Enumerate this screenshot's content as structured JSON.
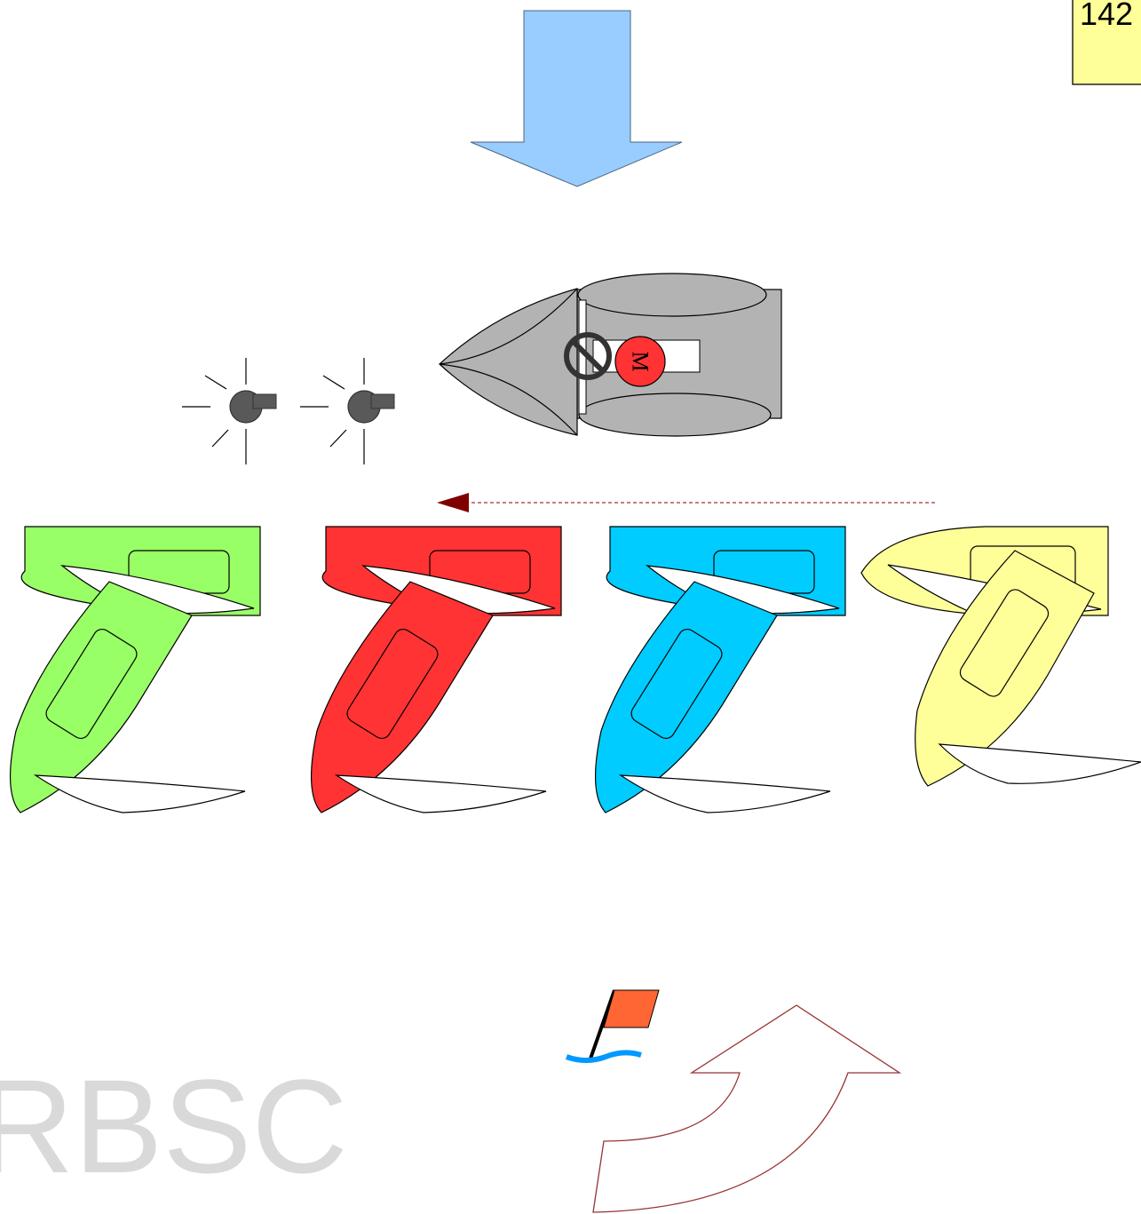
{
  "slide": {
    "number_label": "142",
    "watermark": "RBSC"
  },
  "committee_boat": {
    "mark_label": "M"
  },
  "colors": {
    "wind_arrow": "#99ccff",
    "badge_bg": "#ffff99",
    "committee_boat": "#b3b3b3",
    "mark_ball": "#ff3333",
    "boat_green": "#99ff66",
    "boat_red": "#ff3333",
    "boat_blue": "#00ccff",
    "boat_yellow": "#ffff99",
    "course_arrow": "#800000",
    "flag": "#ff6633",
    "water": "#0099ff"
  },
  "icons": {
    "sound_signals": [
      "whistle-icon",
      "whistle-icon"
    ],
    "flag": "flag-icon",
    "course_change": "curved-arrow-icon"
  }
}
